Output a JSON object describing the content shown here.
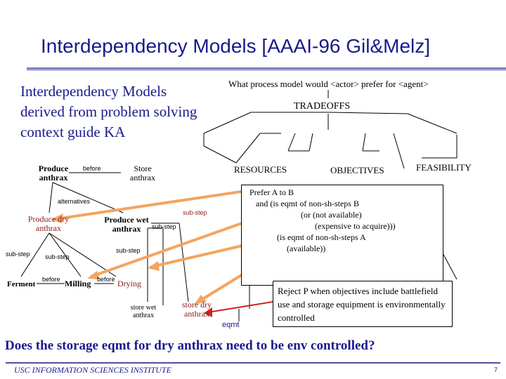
{
  "slide": {
    "title": "Interdependency Models [AAAI-96 Gil&Melz]",
    "intro": "Interdependency Models derived from problem solving context guide KA",
    "tree": {
      "question": "What process model would <actor> prefer for <agent>",
      "tradeoffs": "TRADEOFFS",
      "criteria": [
        "RESOURCES",
        "OBJECTIVES",
        "FEASIBILITY"
      ]
    },
    "diagram": {
      "produce_anthrax": "Produce anthrax",
      "before_1": "before",
      "store_anthrax": "Store anthrax",
      "alternatives": "alternatives",
      "produce_dry": "Produce dry anthrax",
      "produce_wet": "Produce wet anthrax",
      "sub_step_1": "sub-step",
      "sub_step_2": "sub-step",
      "sub_step_3": "sub-step",
      "sub_step_4": "sub-step",
      "sub_step_5": "sub-step",
      "ferment": "Ferment",
      "before_2": "before",
      "milling": "Milling",
      "before_3": "before",
      "drying": "Drying",
      "store_wet": "store wet anthrax",
      "store_dry": "store dry anthrax"
    },
    "prefer_box": {
      "lines": [
        "Prefer A to B",
        "and (is eqmt of non-sh-steps B",
        "(or (not available)",
        "(expensive to acquire)))",
        "(is eqmt of non-sh-steps A",
        "(available))"
      ]
    },
    "reject_box": {
      "text": "Reject P when objectives include battlefield use and storage equipment is environmentally controlled"
    },
    "eqmt_label": "eqmt",
    "question": "Does the storage eqmt for dry anthrax need to be env controlled?",
    "footer": "USC INFORMATION SCIENCES INSTITUTE",
    "page_number": "7",
    "colors": {
      "title": "#1a1a8c",
      "accent_red": "#8b1a1a",
      "arrow_orange": "#f4a460"
    }
  }
}
